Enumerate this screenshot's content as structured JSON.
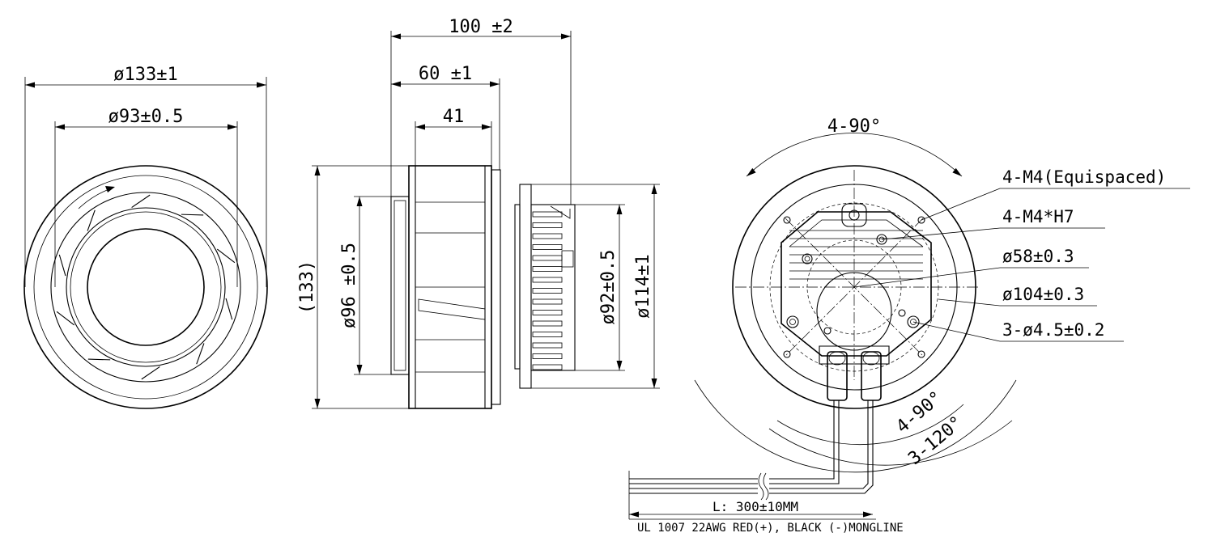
{
  "front_view": {
    "dia_outer": "ø133±1",
    "dia_inner": "ø93±0.5"
  },
  "side_view": {
    "len_total": "100 ±2",
    "len_60": "60 ±1",
    "len_41": "41",
    "height_133": "(133)",
    "dia_96": "ø96 ±0.5",
    "dia_92": "ø92±0.5",
    "dia_114": "ø114±1"
  },
  "rear_view": {
    "angle_top": "4-90°",
    "callout_m4_equispaced": "4-M4(Equispaced)",
    "callout_m4_h7": "4-M4*H7",
    "callout_dia58": "ø58±0.3",
    "callout_dia104": "ø104±0.3",
    "callout_holes": "3-ø4.5±0.2",
    "angle_bottom_90": "4-90°",
    "angle_bottom_120": "3-120°"
  },
  "cable": {
    "length": "L: 300±10MM",
    "spec": "UL 1007 22AWG RED(+), BLACK (-)MONGLINE"
  }
}
